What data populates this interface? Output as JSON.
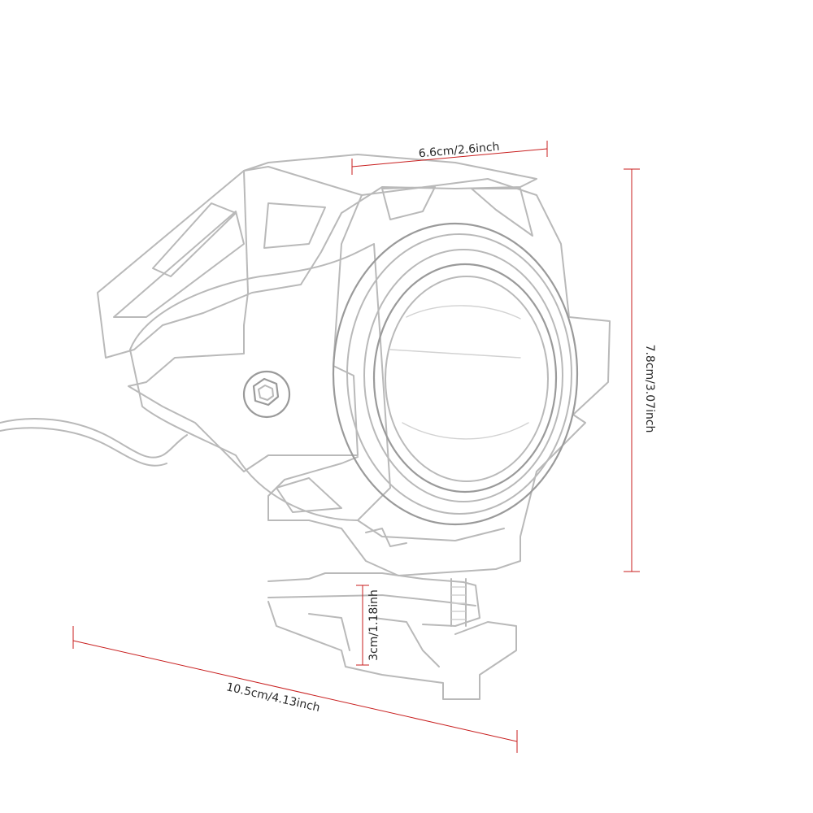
{
  "dimensions": {
    "top_width": "6.6cm/2.6inch",
    "height": "7.8cm/3.07inch",
    "mount_height": "3cm/1.18inh",
    "depth": "10.5cm/4.13inch"
  },
  "colors": {
    "dimension_line": "#c81e1e",
    "sketch_line": "#b9b9b9",
    "label_text": "#2a2a2a"
  }
}
